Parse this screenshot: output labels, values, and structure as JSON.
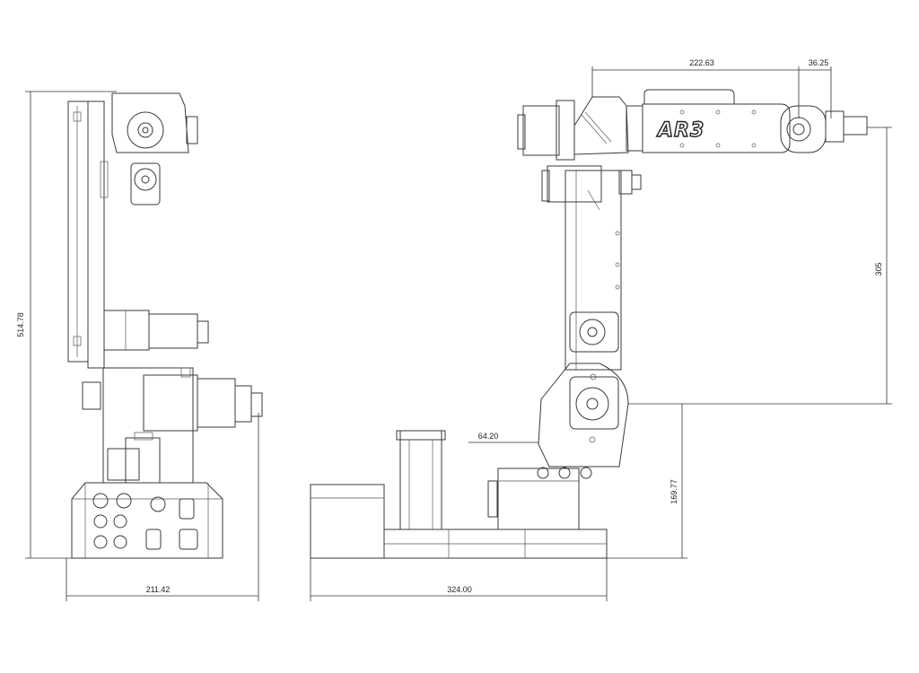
{
  "drawing": {
    "logo_text": "AR3",
    "dimensions": {
      "side_height": "514.78",
      "side_width": "211.42",
      "front_width": "324.00",
      "arm_reach": "222.63",
      "wrist_offset": "36.25",
      "upper_arm": "305",
      "base_height": "169.77",
      "base_offset": "64.20"
    }
  }
}
